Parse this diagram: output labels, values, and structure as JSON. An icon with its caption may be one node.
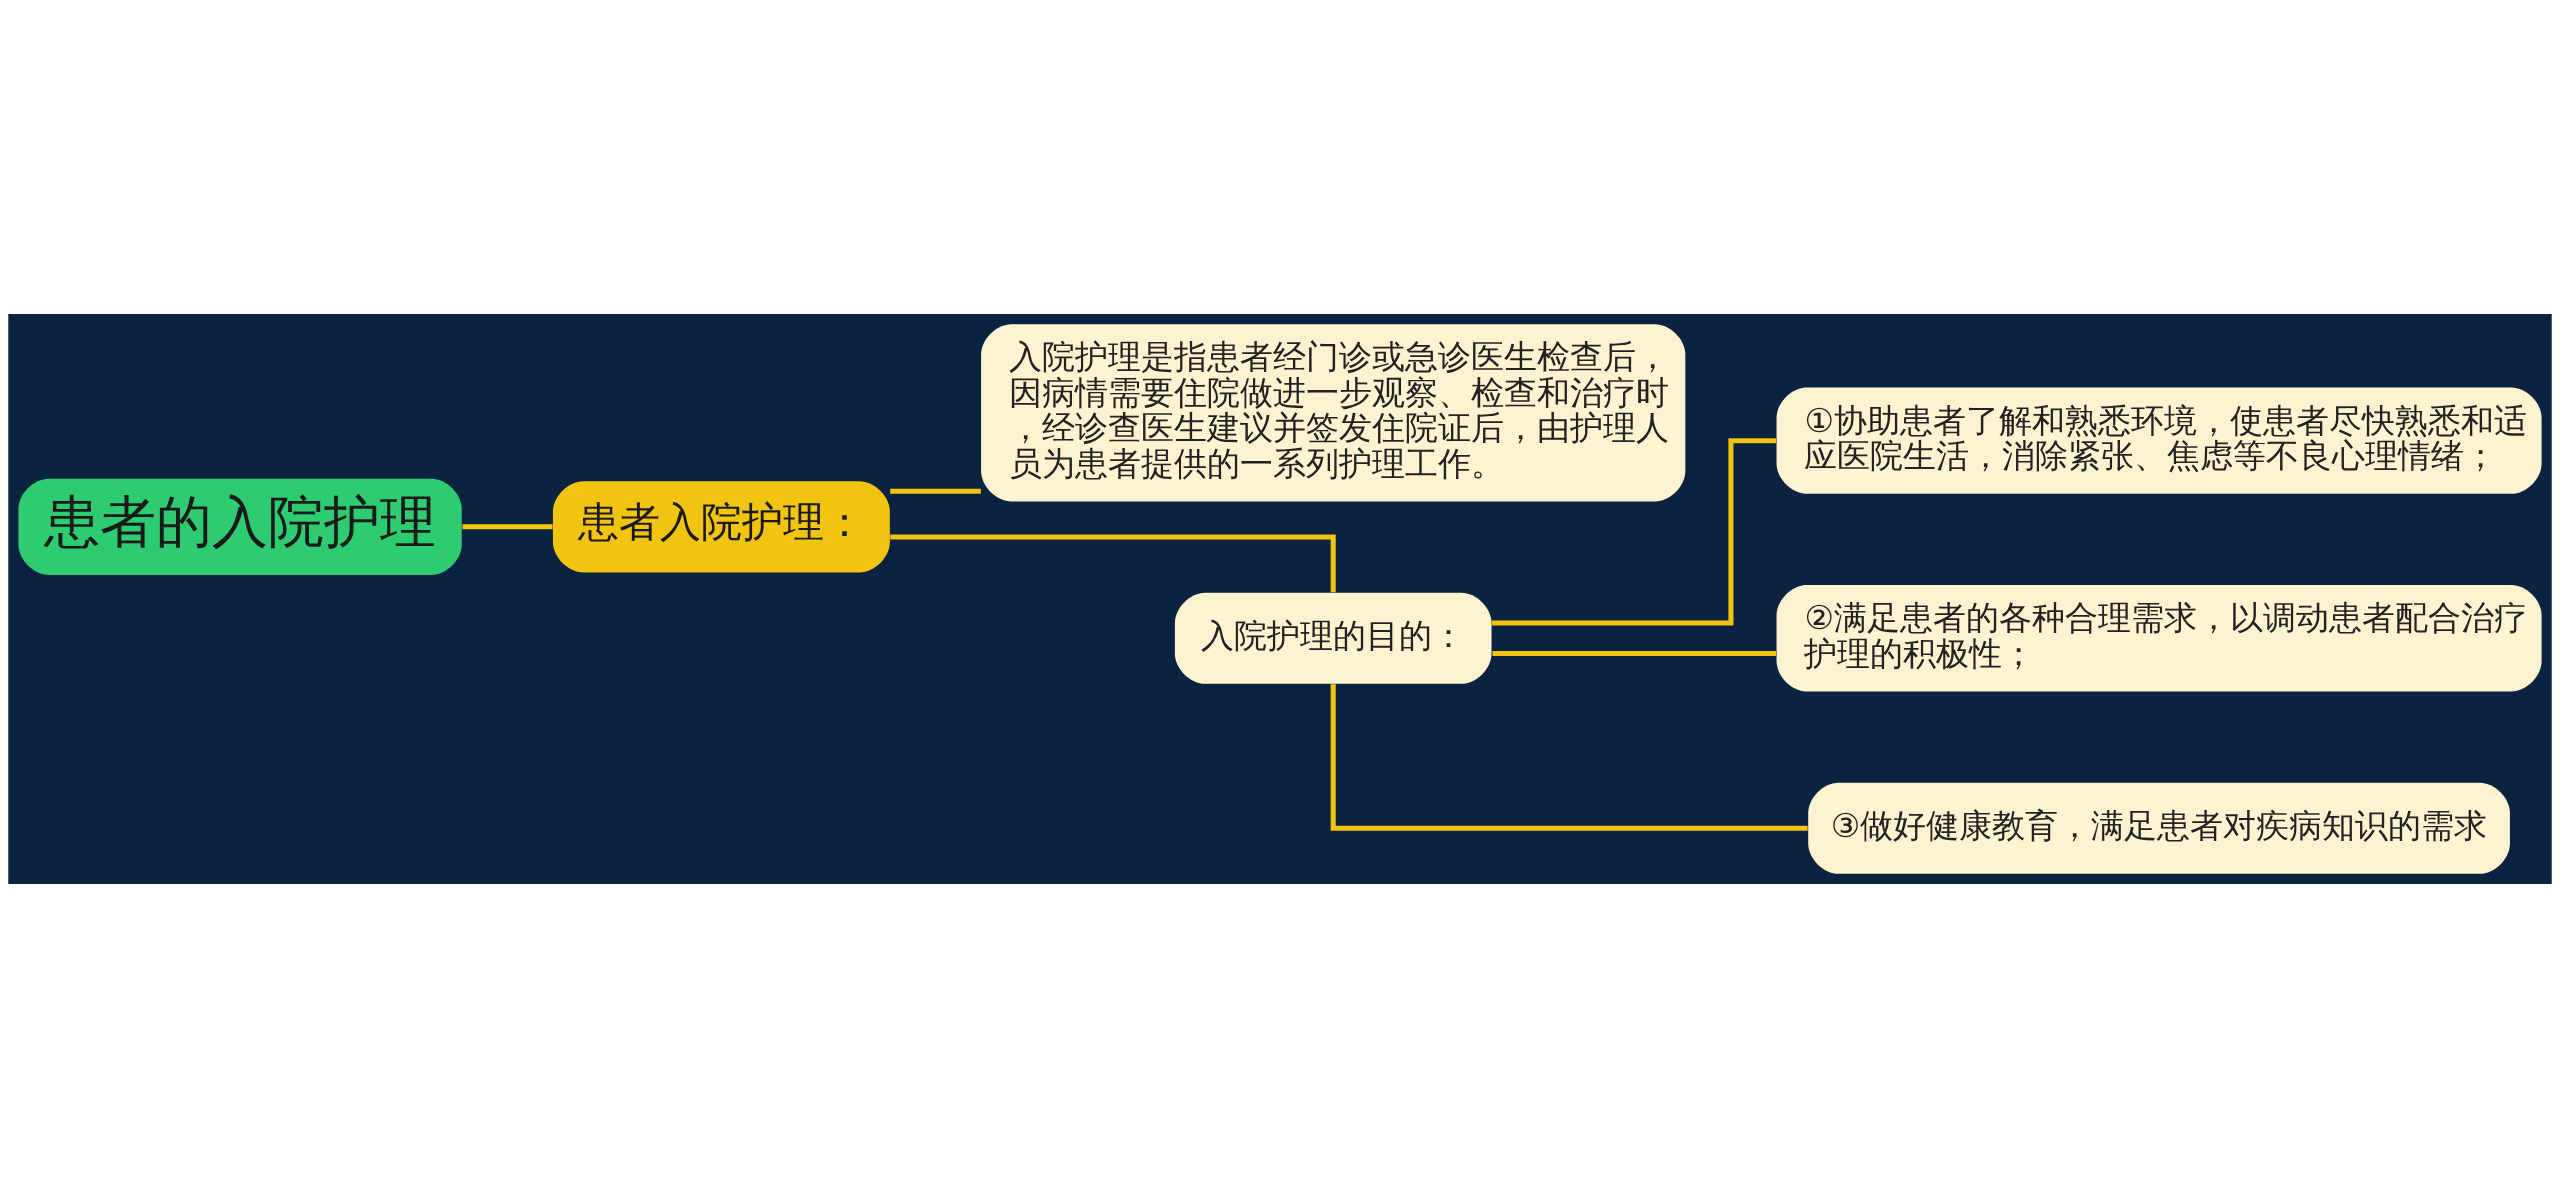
{
  "diagram": {
    "nodes": [
      {
        "text": [
          "患者的入院护理"
        ]
      },
      {
        "text": [
          "患者入院护理："
        ]
      },
      {
        "text": [
          "入院护理是指患者经门诊或急诊医生检查后，因病情需要住院做进一步观察、检查和治疗时，经诊查医生建议并签发住院证后，由护理人员为患者提供的一系列护理工作。"
        ]
      },
      {
        "text": [
          "入院护理的目的："
        ]
      },
      {
        "text": [
          "①协助患者了解和熟悉环境，使患者尽快熟悉和适应医院生活，消除紧张、焦虑等不良心理情绪；"
        ]
      },
      {
        "text": [
          "②满足患者的各种合理需求，以调动患者配合治疗护理的积极性；"
        ]
      },
      {
        "text": [
          "③做好健康教育，满足患者对疾病知识的需求"
        ]
      }
    ],
    "edges": [
      {
        "from": 0,
        "to": 1,
        "arrow": "none"
      },
      {
        "from": 1,
        "to": 2,
        "arrow": "none"
      },
      {
        "from": 1,
        "to": 3,
        "arrow": "none"
      },
      {
        "from": 3,
        "to": 4,
        "arrow": "none"
      },
      {
        "from": 3,
        "to": 5,
        "arrow": "none"
      },
      {
        "from": 3,
        "to": 6,
        "arrow": "none"
      }
    ]
  }
}
